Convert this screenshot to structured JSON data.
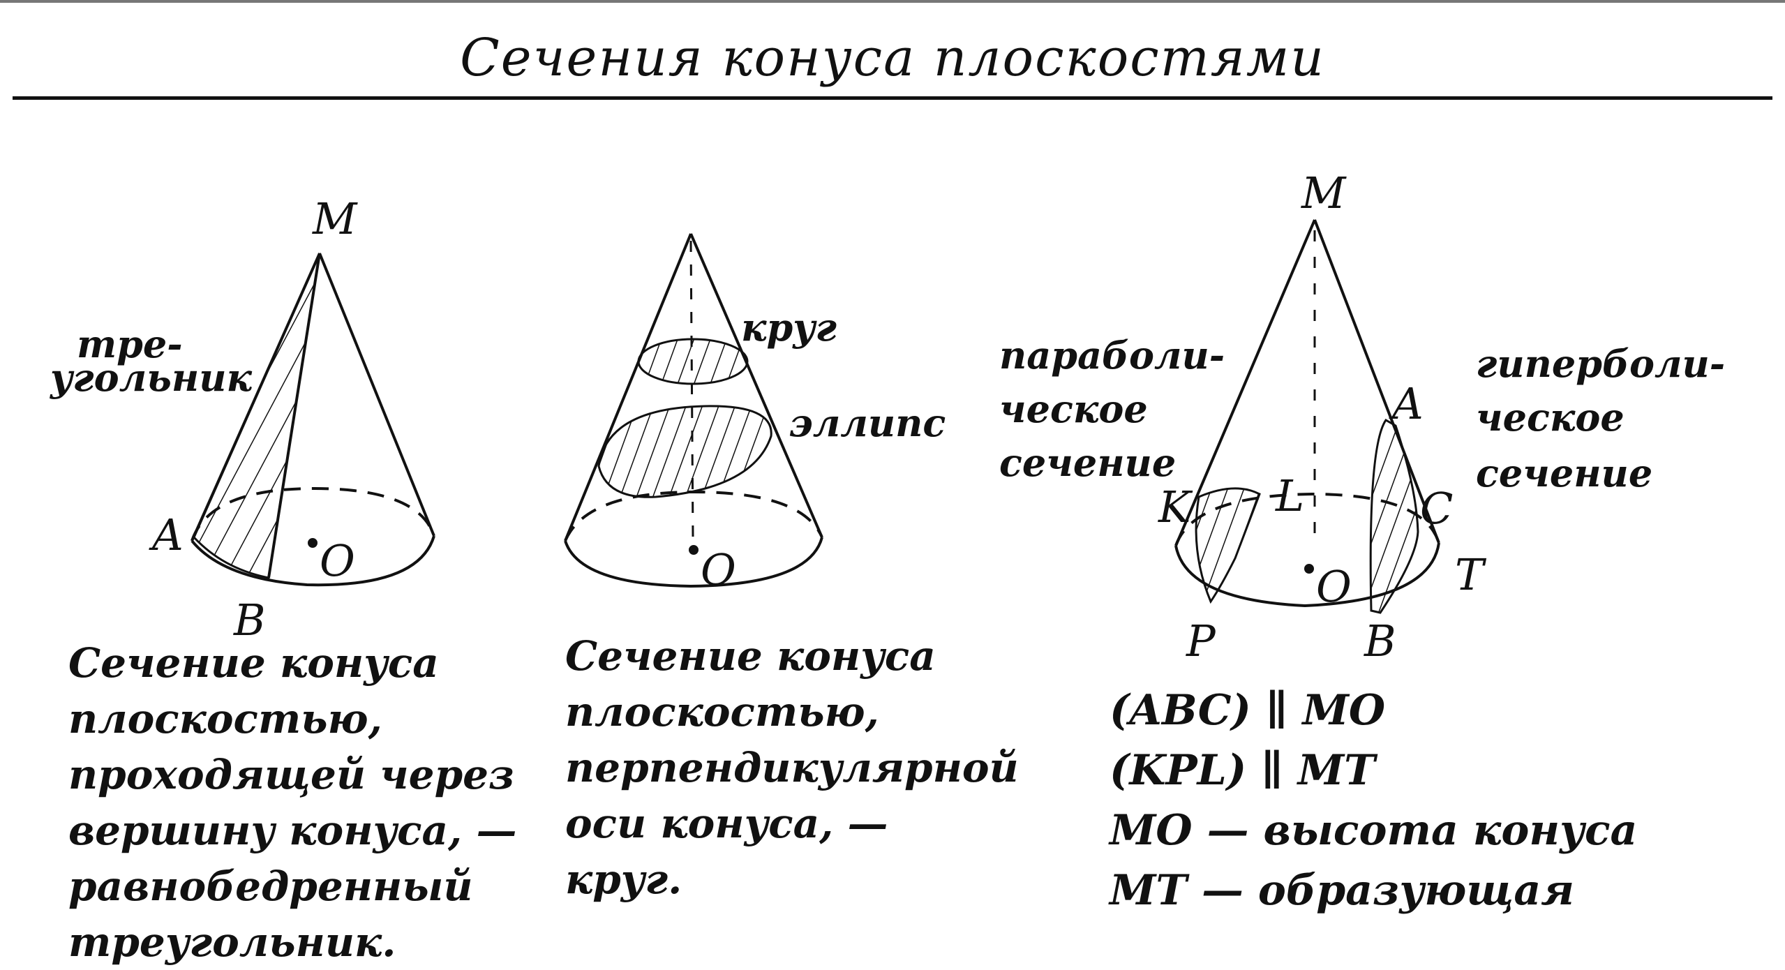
{
  "title": "Сечения конуса плоскостями",
  "figure1": {
    "labels": {
      "apex": "M",
      "a": "A",
      "b": "B",
      "o": "O"
    },
    "annotation": [
      "тре-",
      "угольник"
    ],
    "caption": [
      "Сечение конуса",
      "плоскостью,",
      "проходящей через",
      "вершину конуса, —",
      "равнобедренный",
      "треугольник."
    ]
  },
  "figure2": {
    "labels": {
      "o": "O"
    },
    "annotations": {
      "circle": "круг",
      "ellipse": "эллипс"
    },
    "caption": [
      "Сечение конуса",
      "плоскостью,",
      "перпендикулярной",
      "оси конуса, —",
      "круг."
    ]
  },
  "figure3": {
    "labels": {
      "apex": "M",
      "a": "A",
      "b": "B",
      "c": "C",
      "t": "T",
      "k": "K",
      "l": "L",
      "p": "P",
      "o": "O"
    },
    "annotations": {
      "parabolic": [
        "параболи-",
        "ческое",
        "сечение"
      ],
      "hyperbolic": [
        "гиперболи-",
        "ческое",
        "сечение"
      ]
    },
    "notes": [
      "(ABC) ∥ MO",
      "(KPL) ∥ MT",
      "MO — высота конуса",
      "MT — образующая"
    ]
  }
}
